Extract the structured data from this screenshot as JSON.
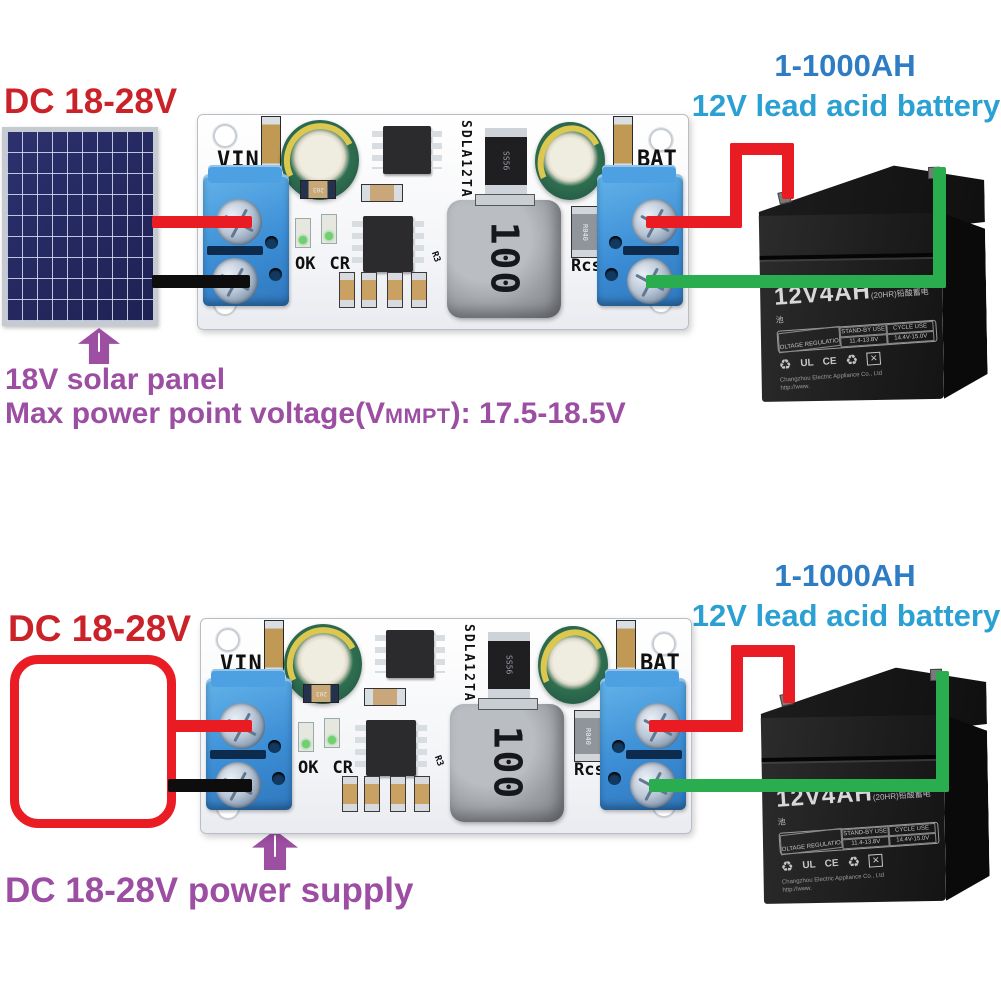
{
  "top": {
    "source_label": "DC 18-28V",
    "capacity_label": "1-1000AH",
    "battery_label": "12V lead acid battery",
    "caption1": "18V solar panel",
    "caption2_prefix": "Max power point voltage(V",
    "caption2_small": "MMPT",
    "caption2_suffix": "): 17.5-18.5V"
  },
  "bottom": {
    "source_label": "DC 18-28V",
    "capacity_label": "1-1000AH",
    "battery_label": "12V lead acid battery",
    "caption": "DC 18-28V power supply"
  },
  "module": {
    "vin_label": "VIN",
    "bat_label": "BAT",
    "chip_marking": "SDLA12TA",
    "diode_marking": "SS56",
    "inductor_marking": "100",
    "led_ok": "OK",
    "led_cr": "CR",
    "rcs_label": "Rcs",
    "r3_label": "R3",
    "smd_marking_203": "203",
    "shunt_marking": "R040"
  },
  "battery": {
    "model": "12V4AH",
    "model_suffix": "(20HR)铅酸蓄电池",
    "spec_rowspan": "VOLTAGE REGULATION",
    "standby_header": "STAND-BY USE",
    "cycle_header": "CYCLE USE",
    "standby_value": "11.4-13.8V",
    "cycle_value": "14.4V-15.0V",
    "certs": [
      "♻",
      "UL",
      "CE",
      "♻",
      "✕"
    ],
    "company_line1": "Changzhou Electric Appliance Co., Ltd",
    "company_line2": "http://www."
  },
  "colors": {
    "red_text": "#cb2129",
    "blue_text": "#2d7cc4",
    "cyan_text": "#2ba0d2",
    "purple_text": "#9c4ea3",
    "wire_red": "#ea1c23",
    "wire_black": "#0d0d0d",
    "wire_green": "#2aad4e",
    "terminal_blue": "#3f96dd"
  }
}
